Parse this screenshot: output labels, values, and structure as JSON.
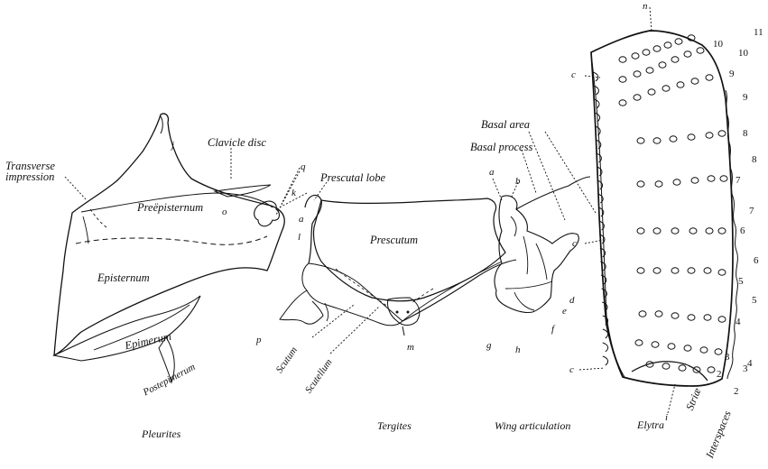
{
  "labels": {
    "transverse_impression": "Transverse\nimpression",
    "clavicle_disc": "Clavicle disc",
    "prescutal_lobe": "Prescutal lobe",
    "basal_area": "Basal area",
    "basal_process": "Basal process",
    "preepisternum": "Preëpisternum",
    "episternum": "Episternum",
    "epimerum": "Epimerum",
    "postepimerum": "Postepimerum",
    "prescutum": "Prescutum",
    "scutum": "Scutum",
    "scutellum": "Scutellum"
  },
  "letters": {
    "j": "j",
    "o": "o",
    "q": "q",
    "k": "k",
    "a1": "a",
    "l": "l",
    "p": "p",
    "m": "m",
    "a2": "a",
    "b": "b",
    "d": "d",
    "e": "e",
    "f": "f",
    "g": "g",
    "h": "h",
    "n": "n",
    "c1": "c",
    "c2": "c",
    "c3": "c",
    "i": "i"
  },
  "numbers": {
    "striae": [
      "11",
      "10",
      "9",
      "8",
      "7",
      "6",
      "5",
      "4",
      "3",
      "2"
    ],
    "interspaces": [
      "10",
      "9",
      "8",
      "7",
      "6",
      "5",
      "4",
      "3",
      "2"
    ]
  },
  "captions": {
    "pleurites": "Pleurites",
    "tergites": "Tergites",
    "wing_articulation": "Wing articulation",
    "elytra": "Elytra",
    "striae": "Striæ",
    "interspaces": "Interspaces"
  },
  "colors": {
    "ink": "#111111",
    "background": "#ffffff"
  }
}
